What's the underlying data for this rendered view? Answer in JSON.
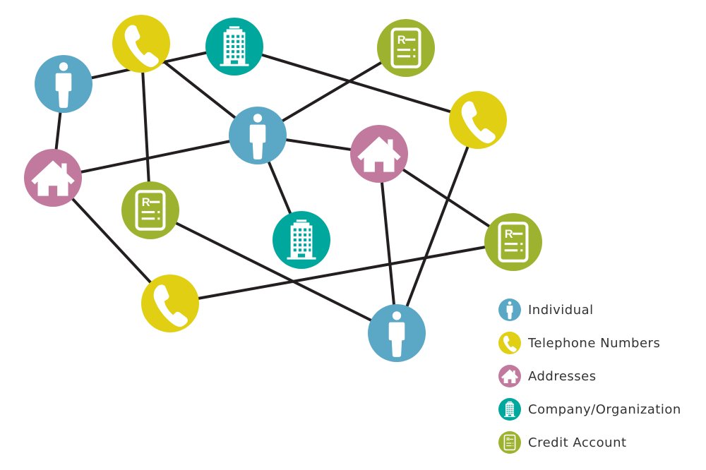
{
  "colors": {
    "individual": "#5ba7c6",
    "telephone": "#e0cf12",
    "address": "#c2799e",
    "company": "#00a79d",
    "credit": "#9db22f",
    "edge": "#231f20"
  },
  "nodes": [
    {
      "id": "ind-a",
      "type": "individual"
    },
    {
      "id": "tel-a",
      "type": "telephone"
    },
    {
      "id": "com-a",
      "type": "company"
    },
    {
      "id": "cre-a",
      "type": "credit"
    },
    {
      "id": "tel-b",
      "type": "telephone"
    },
    {
      "id": "ind-b",
      "type": "individual"
    },
    {
      "id": "adr-a",
      "type": "address"
    },
    {
      "id": "adr-b",
      "type": "address"
    },
    {
      "id": "cre-b",
      "type": "credit"
    },
    {
      "id": "com-b",
      "type": "company"
    },
    {
      "id": "cre-c",
      "type": "credit"
    },
    {
      "id": "tel-c",
      "type": "telephone"
    },
    {
      "id": "ind-c",
      "type": "individual"
    }
  ],
  "edges": [
    [
      "ind-a",
      "com-a"
    ],
    [
      "com-a",
      "tel-b"
    ],
    [
      "ind-a",
      "adr-a"
    ],
    [
      "tel-a",
      "ind-b"
    ],
    [
      "tel-a",
      "cre-b"
    ],
    [
      "cre-a",
      "ind-b"
    ],
    [
      "adr-a",
      "ind-b"
    ],
    [
      "ind-b",
      "adr-b"
    ],
    [
      "ind-b",
      "com-b"
    ],
    [
      "adr-a",
      "tel-c"
    ],
    [
      "cre-b",
      "ind-c"
    ],
    [
      "tel-c",
      "cre-c"
    ],
    [
      "adr-b",
      "cre-c"
    ],
    [
      "adr-b",
      "ind-c"
    ],
    [
      "tel-b",
      "ind-c"
    ]
  ],
  "legend": [
    {
      "type": "individual",
      "label": "Individual"
    },
    {
      "type": "telephone",
      "label": "Telephone Numbers"
    },
    {
      "type": "address",
      "label": "Addresses"
    },
    {
      "type": "company",
      "label": "Company/Organization"
    },
    {
      "type": "credit",
      "label": "Credit Account"
    }
  ]
}
